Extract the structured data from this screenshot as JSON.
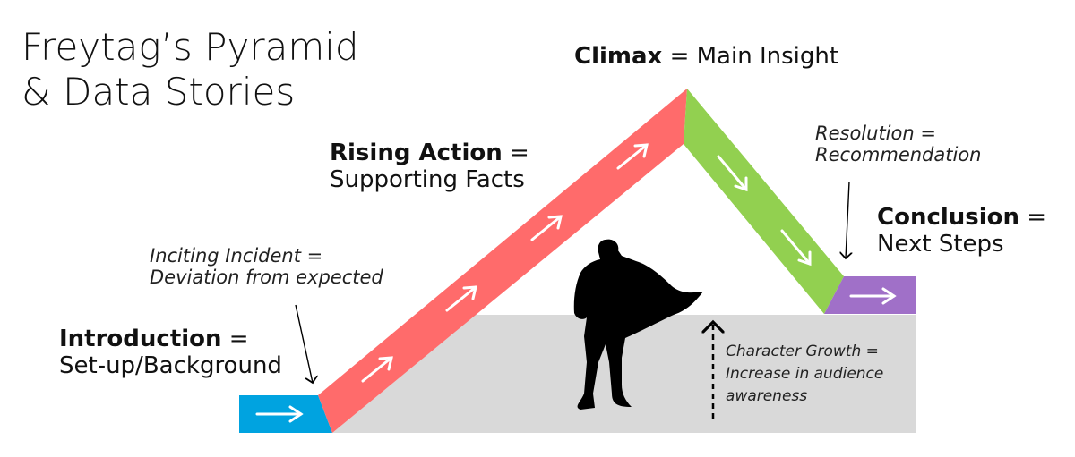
{
  "title": {
    "line1": "Freytag’s Pyramid",
    "line2": "& Data Stories"
  },
  "stages": {
    "introduction": {
      "term": "Introduction",
      "eq": " =",
      "desc": "Set-up/Background",
      "color": "#00a3e0"
    },
    "inciting": {
      "term": "Inciting Incident =",
      "desc": "Deviation from expected"
    },
    "rising": {
      "term": "Rising Action",
      "eq": " =",
      "desc": "Supporting Facts",
      "color": "#ff6b6b"
    },
    "climax": {
      "term": "Climax",
      "eq": " = Main Insight"
    },
    "falling": {
      "color": "#92d050"
    },
    "resolution": {
      "term": "Resolution =",
      "desc": "Recommendation"
    },
    "conclusion": {
      "term": "Conclusion",
      "eq": " =",
      "desc": "Next Steps",
      "color": "#a070c8"
    },
    "growth": {
      "term": "Character Growth =",
      "desc1": "Increase in audience",
      "desc2": "awareness",
      "color": "#d9d9d9"
    }
  }
}
